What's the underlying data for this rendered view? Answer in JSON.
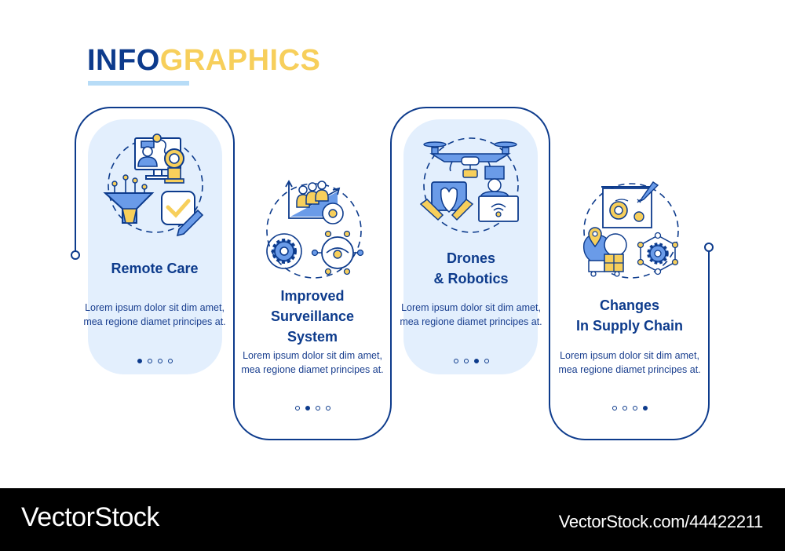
{
  "header": {
    "title_part1": "INFO",
    "title_part2": "GRAPHICS"
  },
  "colors": {
    "dark_blue": "#0d3b8c",
    "yellow": "#f7cf5b",
    "light_blue_fill": "#e3effd",
    "icon_blue": "#6a9be8",
    "underline": "#b7dcf7"
  },
  "steps": [
    {
      "title": "Remote Care",
      "body": "Lorem ipsum dolor sit dim amet, mea regione diamet principes at.",
      "icon": "remote-care-icon",
      "active_dot": 1
    },
    {
      "title": "Improved Surveillance System",
      "title_lines": [
        "Improved",
        "Surveillance",
        "System"
      ],
      "body": "Lorem ipsum dolor sit dim amet, mea regione diamet principes at.",
      "icon": "surveillance-icon",
      "active_dot": 2
    },
    {
      "title": "Drones & Robotics",
      "title_lines": [
        "Drones",
        "& Robotics"
      ],
      "body": "Lorem ipsum dolor sit dim amet, mea regione diamet principes at.",
      "icon": "drone-robotics-icon",
      "active_dot": 3
    },
    {
      "title": "Changes In Supply Chain",
      "title_lines": [
        "Changes",
        "In Supply Chain"
      ],
      "body": "Lorem ipsum dolor sit dim amet, mea regione diamet principes at.",
      "icon": "supply-chain-icon",
      "active_dot": 4
    }
  ],
  "footer": {
    "brand": "VectorStock",
    "url": "VectorStock.com/44422211"
  }
}
